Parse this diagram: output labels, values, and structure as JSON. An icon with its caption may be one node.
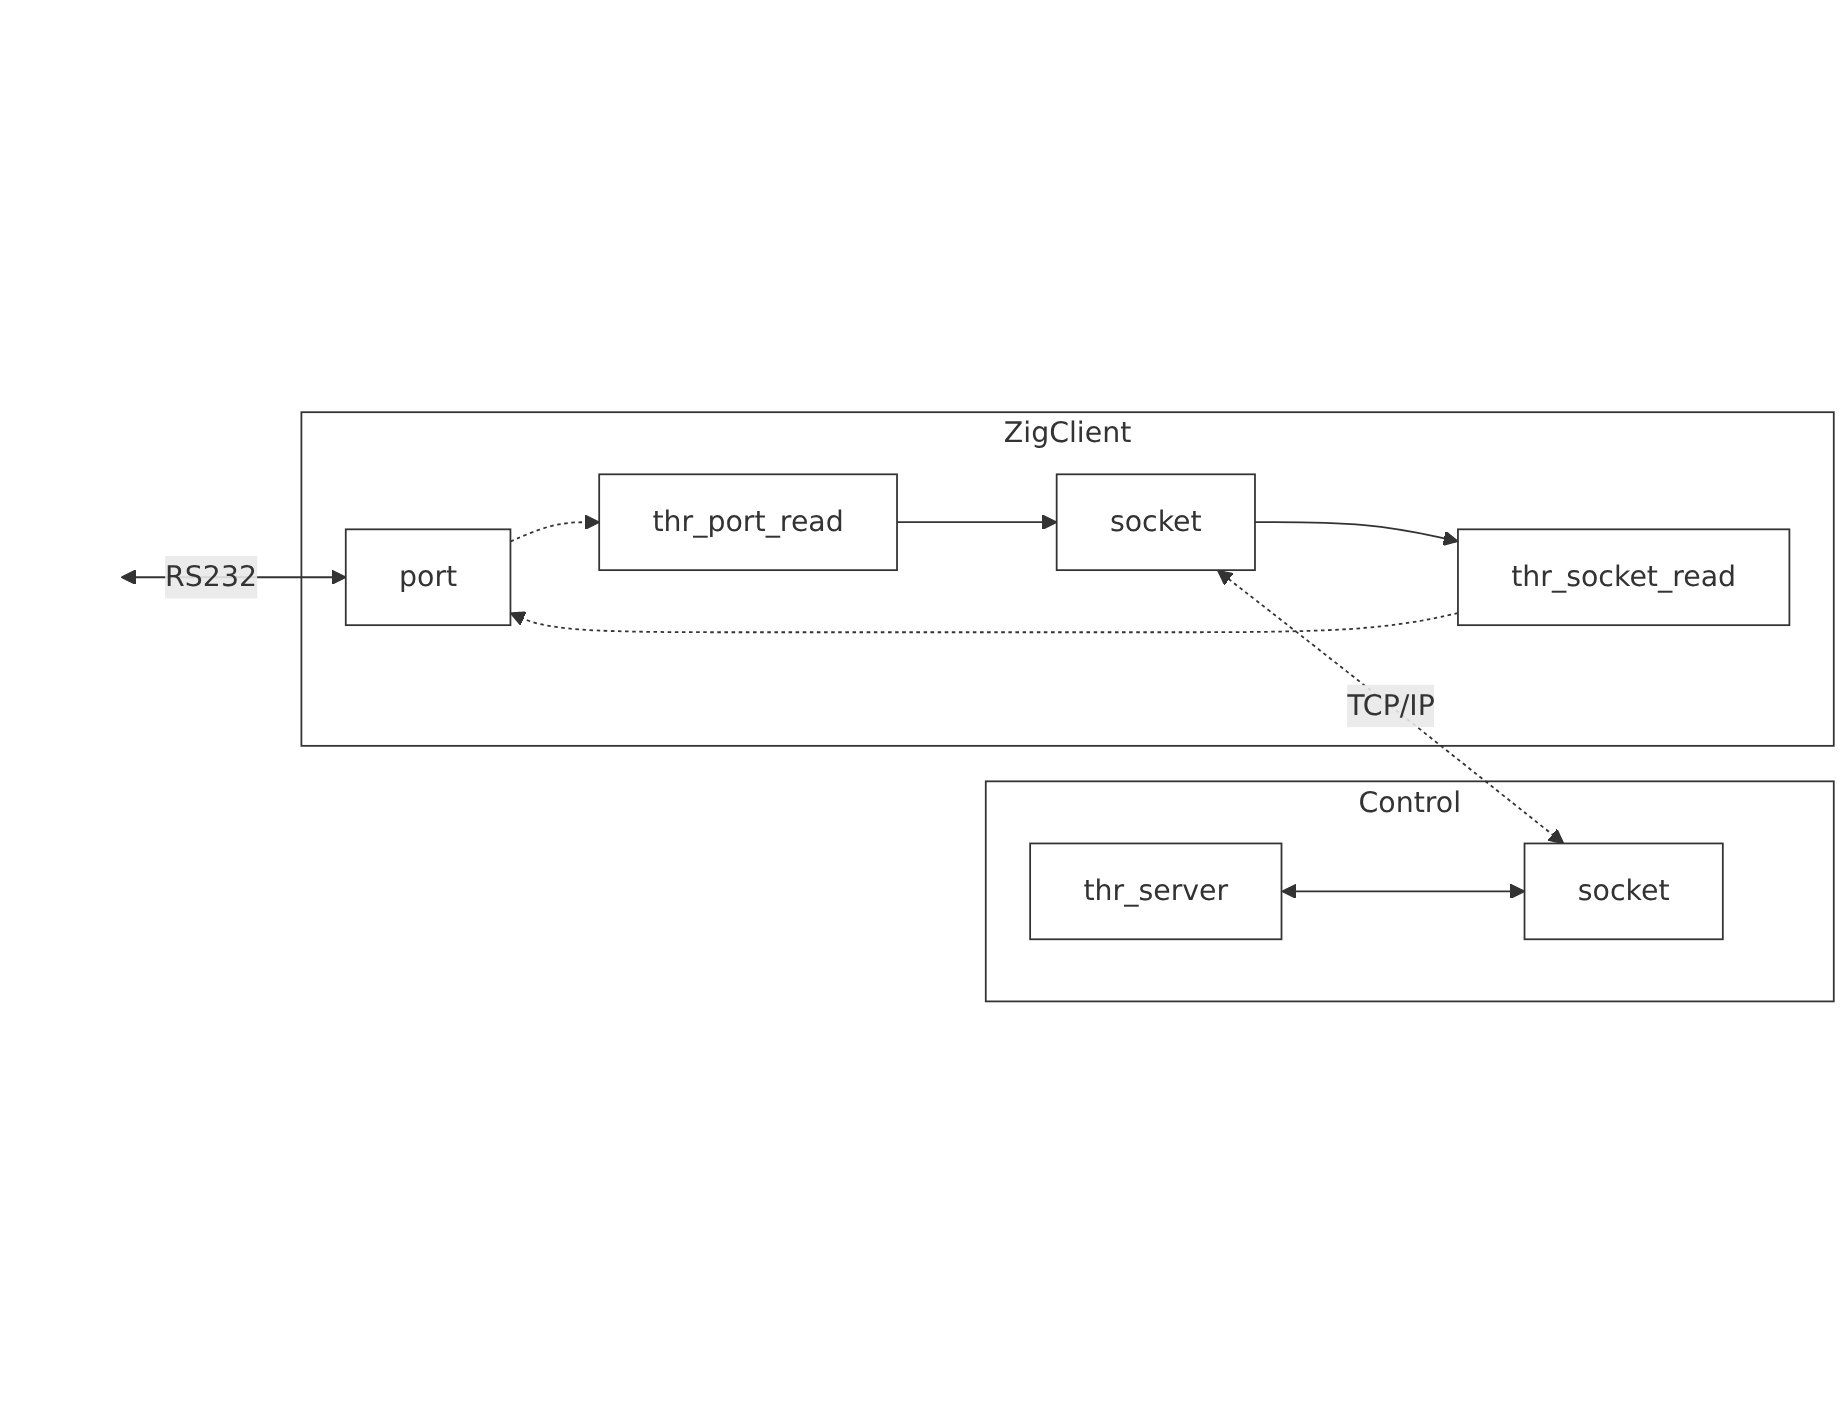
{
  "diagram": {
    "nodes": [
      {
        "text": [
          "ZigClient"
        ]
      },
      {
        "text": [
          "port"
        ],
        "in": 0
      },
      {
        "text": [
          "thr_port_read"
        ],
        "in": 0
      },
      {
        "text": [
          "thr_socket_read"
        ],
        "in": 0
      },
      {
        "text": [
          "socket"
        ],
        "in": 0
      },
      {
        "text": [
          "Control"
        ]
      },
      {
        "text": [
          "thr_server"
        ],
        "in": 5
      },
      {
        "text": [
          "socket"
        ],
        "in": 5
      }
    ],
    "edges": [
      {
        "from": null,
        "to": 1,
        "arrow": "both",
        "label": "RS232"
      },
      {
        "from": 1,
        "to": 2,
        "arrow": "to",
        "style": "dashed"
      },
      {
        "from": 2,
        "to": 4,
        "arrow": "to"
      },
      {
        "from": 4,
        "to": 3,
        "arrow": "to"
      },
      {
        "from": 3,
        "to": 1,
        "arrow": "to",
        "style": "dashed"
      },
      {
        "from": 4,
        "to": 7,
        "arrow": "both",
        "style": "dashed",
        "label": "TCP/IP"
      },
      {
        "from": 6,
        "to": 7,
        "arrow": "both"
      }
    ]
  }
}
